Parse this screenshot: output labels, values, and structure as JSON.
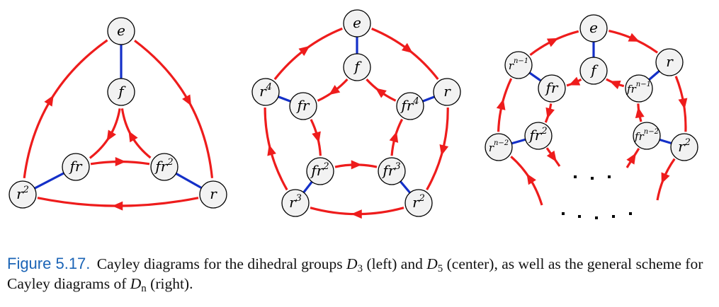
{
  "caption": {
    "label": "Figure 5.17.",
    "text_1": "Cayley diagrams for the dihedral groups",
    "group_a": "D",
    "group_a_sub": "3",
    "text_2": "(left) and",
    "group_b": "D",
    "group_b_sub": "5",
    "text_3": "(center), as well as the general scheme for Cayley diagrams of",
    "group_c": "D",
    "group_c_sub": "n",
    "text_4": "(right)."
  },
  "colors": {
    "arrow_r": "#ee1c1c",
    "edge_f": "#1430c8",
    "node_fill": "#f2f2f2",
    "caption_label": "#1b64b6"
  },
  "diagrams": [
    {
      "id": "d3",
      "nodes": [
        {
          "id": "e",
          "label": "e",
          "sup": ""
        },
        {
          "id": "f",
          "label": "f",
          "sup": ""
        },
        {
          "id": "fr",
          "label": "fr",
          "sup": ""
        },
        {
          "id": "fr2",
          "label": "fr",
          "sup": "2"
        },
        {
          "id": "r",
          "label": "r",
          "sup": ""
        },
        {
          "id": "r2",
          "label": "r",
          "sup": "2"
        }
      ],
      "r_edges": [
        [
          "e",
          "r"
        ],
        [
          "r",
          "r2"
        ],
        [
          "r2",
          "e"
        ],
        [
          "f",
          "fr"
        ],
        [
          "fr",
          "fr2"
        ],
        [
          "fr2",
          "f"
        ]
      ],
      "f_edges": [
        [
          "e",
          "f"
        ],
        [
          "r",
          "fr2"
        ],
        [
          "r2",
          "fr"
        ]
      ]
    },
    {
      "id": "d5",
      "nodes": [
        {
          "id": "e",
          "label": "e",
          "sup": ""
        },
        {
          "id": "f",
          "label": "f",
          "sup": ""
        },
        {
          "id": "r",
          "label": "r",
          "sup": ""
        },
        {
          "id": "r2",
          "label": "r",
          "sup": "2"
        },
        {
          "id": "r3",
          "label": "r",
          "sup": "3"
        },
        {
          "id": "r4",
          "label": "r",
          "sup": "4"
        },
        {
          "id": "fr",
          "label": "fr",
          "sup": ""
        },
        {
          "id": "fr2",
          "label": "fr",
          "sup": "2"
        },
        {
          "id": "fr3",
          "label": "fr",
          "sup": "3"
        },
        {
          "id": "fr4",
          "label": "fr",
          "sup": "4"
        }
      ],
      "r_edges": [
        [
          "e",
          "r"
        ],
        [
          "r",
          "r2"
        ],
        [
          "r2",
          "r3"
        ],
        [
          "r3",
          "r4"
        ],
        [
          "r4",
          "e"
        ],
        [
          "f",
          "fr"
        ],
        [
          "fr",
          "fr2"
        ],
        [
          "fr2",
          "fr3"
        ],
        [
          "fr3",
          "fr4"
        ],
        [
          "fr4",
          "f"
        ]
      ],
      "f_edges": [
        [
          "e",
          "f"
        ],
        [
          "r",
          "fr4"
        ],
        [
          "r2",
          "fr3"
        ],
        [
          "r3",
          "fr2"
        ],
        [
          "r4",
          "fr"
        ]
      ]
    },
    {
      "id": "dn",
      "nodes": [
        {
          "id": "e",
          "label": "e",
          "sup": ""
        },
        {
          "id": "f",
          "label": "f",
          "sup": ""
        },
        {
          "id": "r",
          "label": "r",
          "sup": ""
        },
        {
          "id": "r2",
          "label": "r",
          "sup": "2"
        },
        {
          "id": "rn1",
          "label": "r",
          "sup": "n−1"
        },
        {
          "id": "rn2",
          "label": "r",
          "sup": "n−2"
        },
        {
          "id": "fr",
          "label": "fr",
          "sup": ""
        },
        {
          "id": "fr2",
          "label": "fr",
          "sup": "2"
        },
        {
          "id": "frn1",
          "label": "fr",
          "sup": "n−1"
        },
        {
          "id": "frn2",
          "label": "fr",
          "sup": "n−2"
        }
      ],
      "r_edges": [
        [
          "e",
          "r"
        ],
        [
          "r",
          "r2"
        ],
        [
          "rn2",
          "rn1"
        ],
        [
          "rn1",
          "e"
        ],
        [
          "f",
          "fr"
        ],
        [
          "fr",
          "fr2"
        ],
        [
          "frn2",
          "frn1"
        ],
        [
          "frn1",
          "f"
        ]
      ],
      "f_edges": [
        [
          "e",
          "f"
        ],
        [
          "r",
          "frn1"
        ],
        [
          "r2",
          "frn2"
        ],
        [
          "rn1",
          "fr"
        ],
        [
          "rn2",
          "fr2"
        ]
      ],
      "ellipsis": "· · · ·"
    }
  ]
}
